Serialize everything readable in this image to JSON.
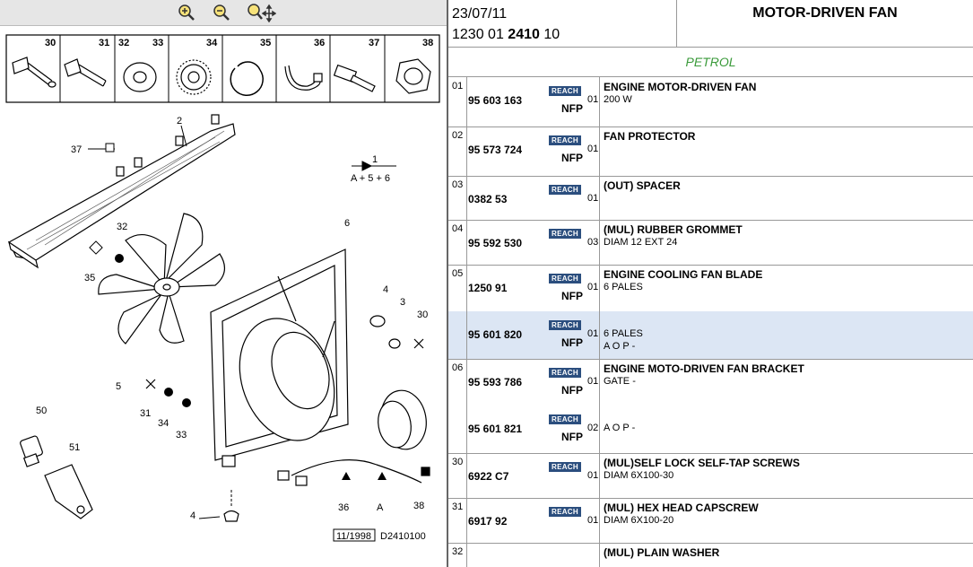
{
  "toolbar": {
    "zoom_in": "zoom-in-icon",
    "zoom_out": "zoom-out-icon",
    "pan": "pan-zoom-icon"
  },
  "diagram": {
    "hardware_labels": [
      "30",
      "31",
      "32",
      "33",
      "34",
      "35",
      "36",
      "37",
      "38"
    ],
    "callouts": {
      "c1": "1",
      "c1_formula": "A + 5 + 6",
      "c2": "2",
      "c3": "3",
      "c4a": "4",
      "c4b": "4",
      "c5": "5",
      "c6": "6",
      "c30": "30",
      "c31": "31",
      "c32": "32",
      "c33": "33",
      "c34": "34",
      "c35": "35",
      "c36": "36",
      "c37": "37",
      "c38": "38",
      "c50": "50",
      "c51": "51",
      "cA": "A"
    },
    "footer_date": "11/1998",
    "footer_ref": "D2410100"
  },
  "header": {
    "date": "23/07/11",
    "code_a": "1230 01",
    "code_b": "2410",
    "code_c": "10",
    "title": "MOTOR-DRIVEN FAN"
  },
  "fuel": "PETROL",
  "reach_label": "REACH",
  "groups": [
    {
      "num": "01",
      "entries": [
        {
          "pn": "95 603 163",
          "reach": true,
          "qty": "01",
          "nfp": "NFP",
          "desc": "ENGINE MOTOR-DRIVEN FAN",
          "detail": "200 W",
          "detail2": ""
        }
      ]
    },
    {
      "num": "02",
      "entries": [
        {
          "pn": "95 573 724",
          "reach": true,
          "qty": "01",
          "nfp": "NFP",
          "desc": "FAN PROTECTOR",
          "detail": "",
          "detail2": ""
        }
      ]
    },
    {
      "num": "03",
      "entries": [
        {
          "pn": "0382 53",
          "reach": true,
          "qty": "01",
          "nfp": "",
          "desc": "(OUT) SPACER",
          "detail": "",
          "detail2": ""
        }
      ]
    },
    {
      "num": "04",
      "entries": [
        {
          "pn": "95 592 530",
          "reach": true,
          "qty": "03",
          "nfp": "",
          "desc": "(MUL) RUBBER GROMMET",
          "detail": "DIAM 12 EXT 24",
          "detail2": ""
        }
      ]
    },
    {
      "num": "05",
      "entries": [
        {
          "pn": "1250 91",
          "reach": true,
          "qty": "01",
          "nfp": "NFP",
          "desc": "ENGINE COOLING FAN BLADE",
          "detail": "6 PALES",
          "detail2": ""
        },
        {
          "pn": "95 601 820",
          "reach": true,
          "qty": "01",
          "nfp": "NFP",
          "desc": "",
          "detail": "6 PALES",
          "detail2": "A O P -"
        }
      ]
    },
    {
      "num": "06",
      "entries": [
        {
          "pn": "95 593 786",
          "reach": true,
          "qty": "01",
          "nfp": "NFP",
          "desc": "ENGINE MOTO-DRIVEN FAN BRACKET",
          "detail": "GATE -",
          "detail2": ""
        },
        {
          "pn": "95 601 821",
          "reach": true,
          "qty": "02",
          "nfp": "NFP",
          "desc": "",
          "detail": "A O P -",
          "detail2": ""
        }
      ]
    },
    {
      "num": "30",
      "entries": [
        {
          "pn": "6922 C7",
          "reach": true,
          "qty": "01",
          "nfp": "",
          "desc": "(MUL)SELF LOCK SELF-TAP SCREWS",
          "detail": "DIAM 6X100-30",
          "detail2": ""
        }
      ]
    },
    {
      "num": "31",
      "entries": [
        {
          "pn": "6917 92",
          "reach": true,
          "qty": "01",
          "nfp": "",
          "desc": "(MUL) HEX HEAD CAPSCREW",
          "detail": "DIAM 6X100-20",
          "detail2": ""
        }
      ]
    },
    {
      "num": "32",
      "entries": [
        {
          "pn": "",
          "reach": false,
          "qty": "",
          "nfp": "",
          "desc": "(MUL) PLAIN WASHER",
          "detail": "",
          "detail2": ""
        }
      ]
    }
  ]
}
